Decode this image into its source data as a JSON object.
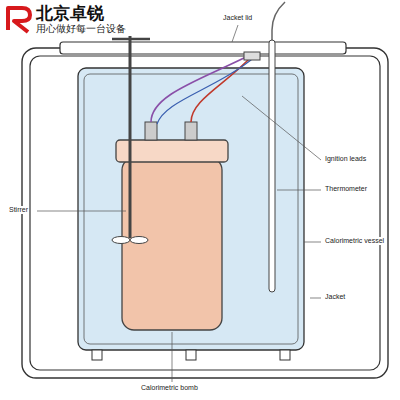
{
  "diagram": {
    "labels": [
      "北京卓锐",
      "用心做好每一台设备",
      "Jacket lid",
      "Ignition leads",
      "Thermometer",
      "Stirrer",
      "Calorimetric vessel",
      "Jacket",
      "Calorimetric bomb"
    ]
  }
}
